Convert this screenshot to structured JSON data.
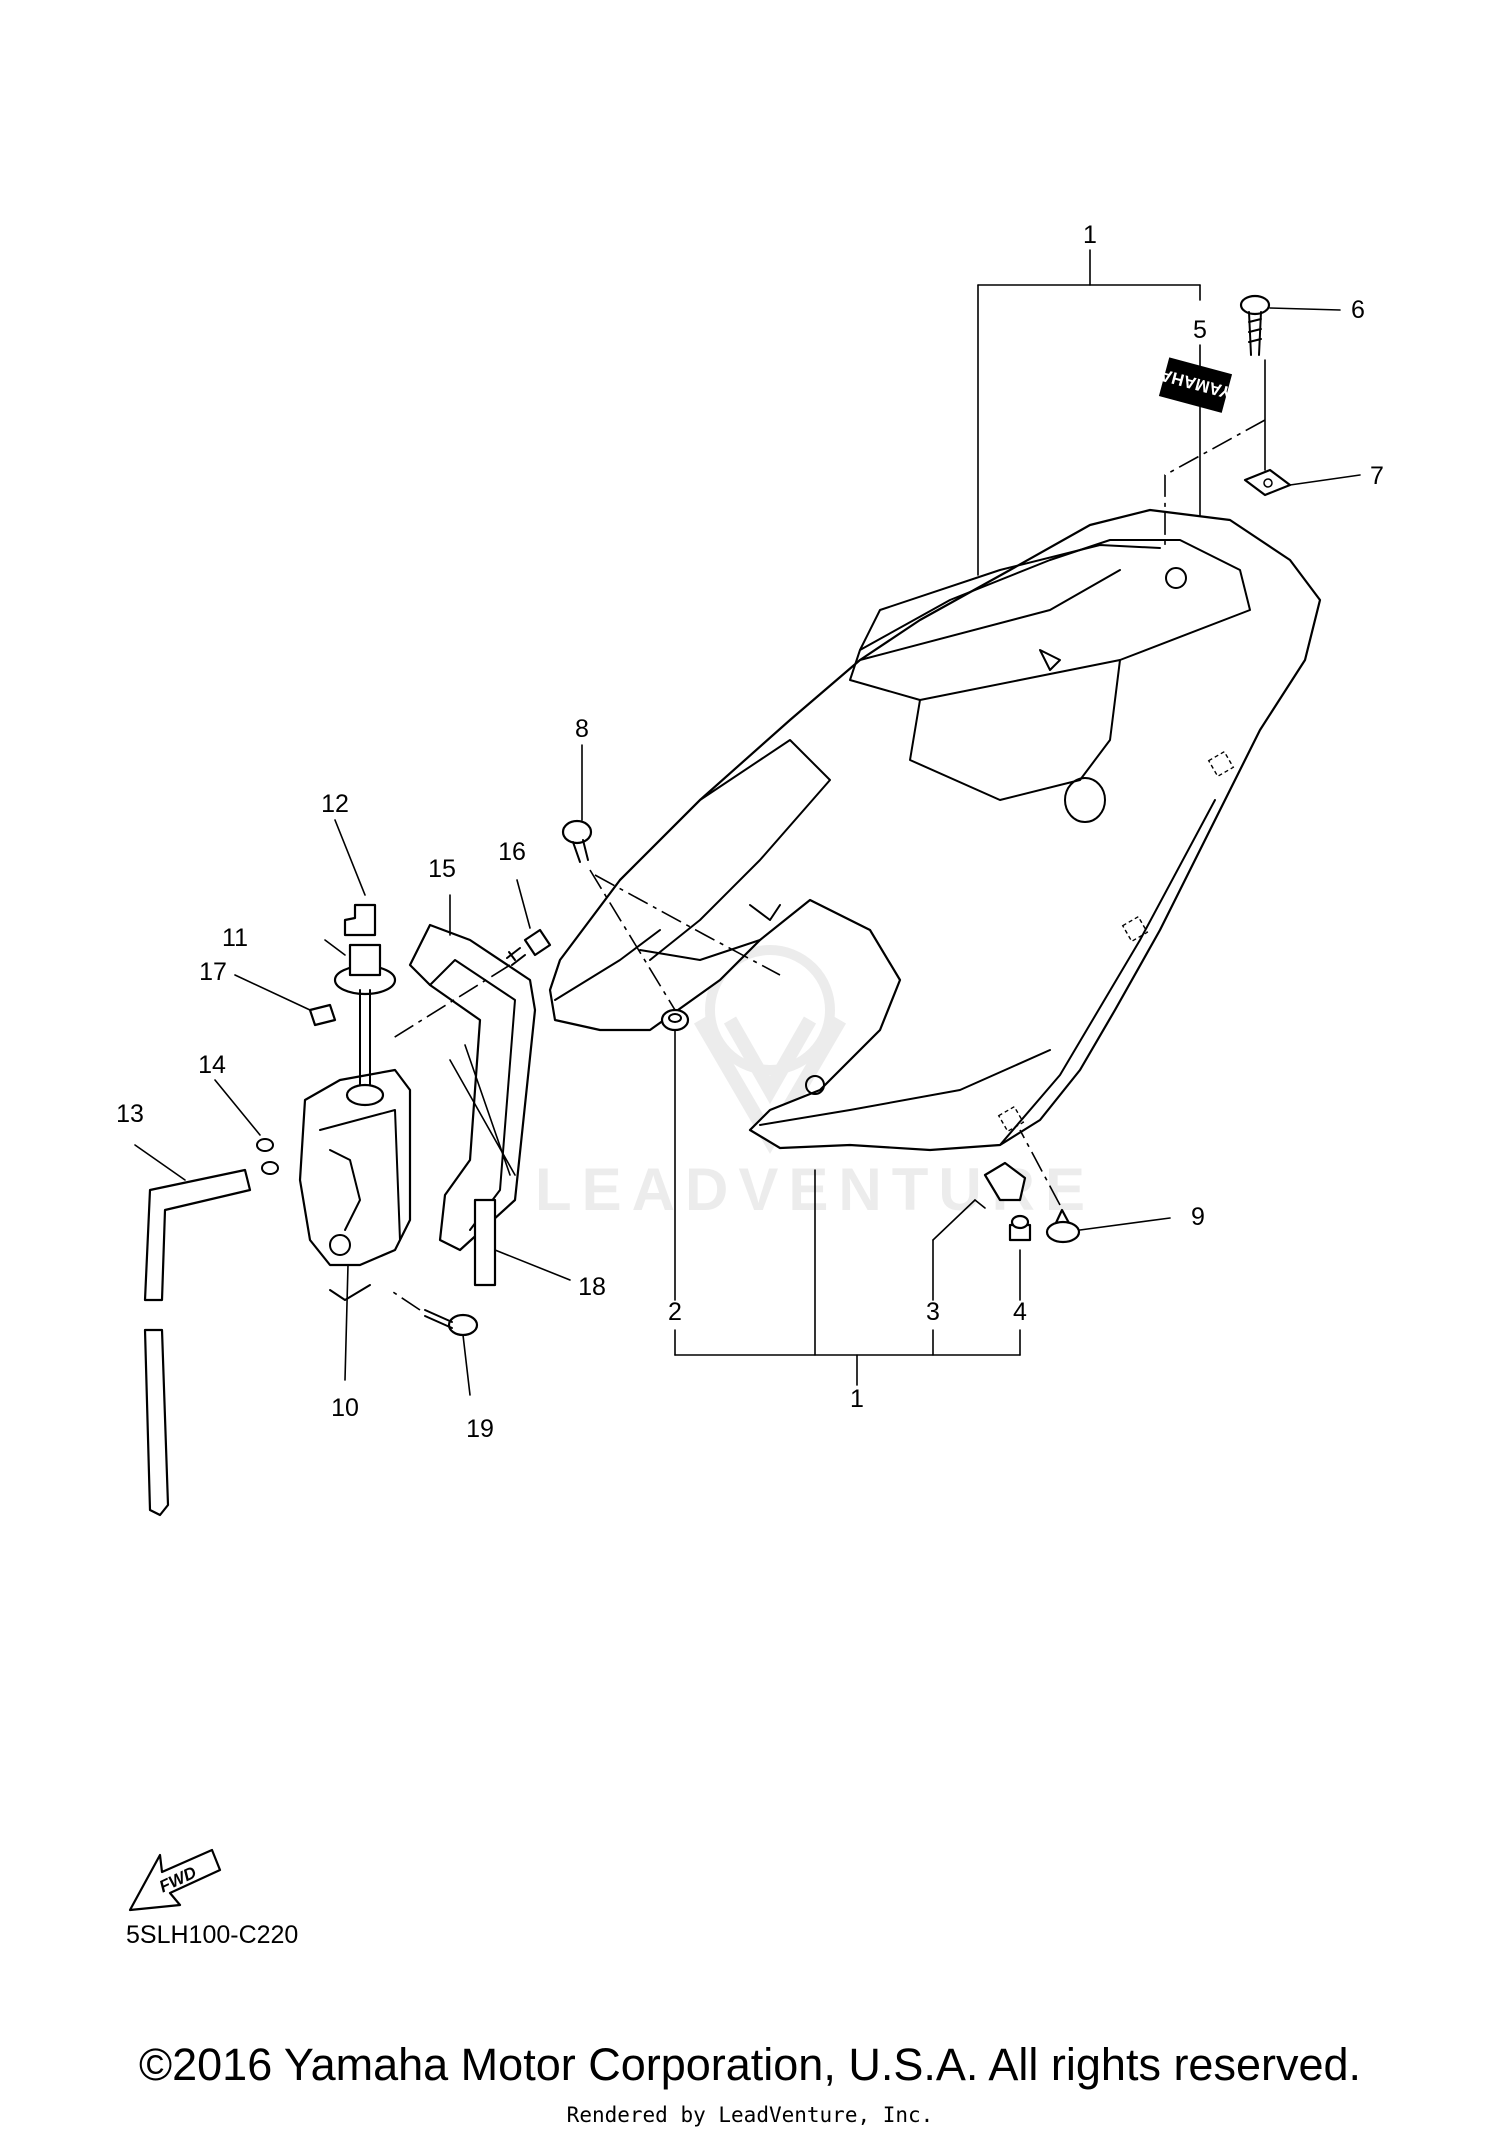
{
  "callouts": [
    "1",
    "1",
    "2",
    "3",
    "4",
    "5",
    "6",
    "7",
    "8",
    "9",
    "10",
    "11",
    "12",
    "13",
    "14",
    "15",
    "16",
    "17",
    "18",
    "19"
  ],
  "decal_text": "YAMAHA",
  "watermark_text": "LEADVENTURE",
  "fwd_label": "FWD",
  "diagram_code": "5SLH100-C220",
  "copyright": "©2016 Yamaha Motor Corporation, U.S.A. All rights reserved.",
  "rendered_by": "Rendered by LeadVenture, Inc."
}
